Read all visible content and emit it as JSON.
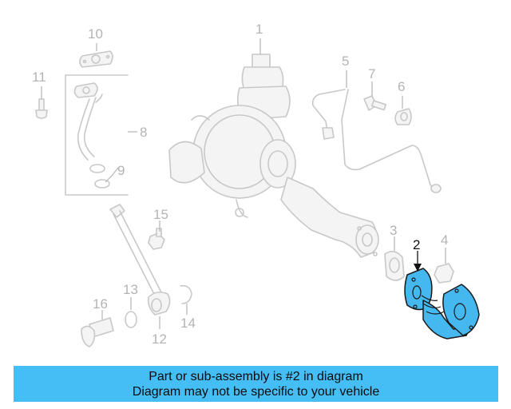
{
  "callouts": [
    "1",
    "2",
    "3",
    "4",
    "5",
    "6",
    "7",
    "8",
    "9",
    "10",
    "11",
    "12",
    "13",
    "14",
    "15",
    "16"
  ],
  "highlighted_part": "2",
  "colors": {
    "highlight": "#45b8f0",
    "banner": "#45bdf5",
    "part_stroke": "#c8c8c8",
    "label": "#b4b4b4"
  },
  "banner": {
    "line1": "Part or sub-assembly is #2 in diagram",
    "line2": "Diagram may not be specific to your vehicle"
  }
}
